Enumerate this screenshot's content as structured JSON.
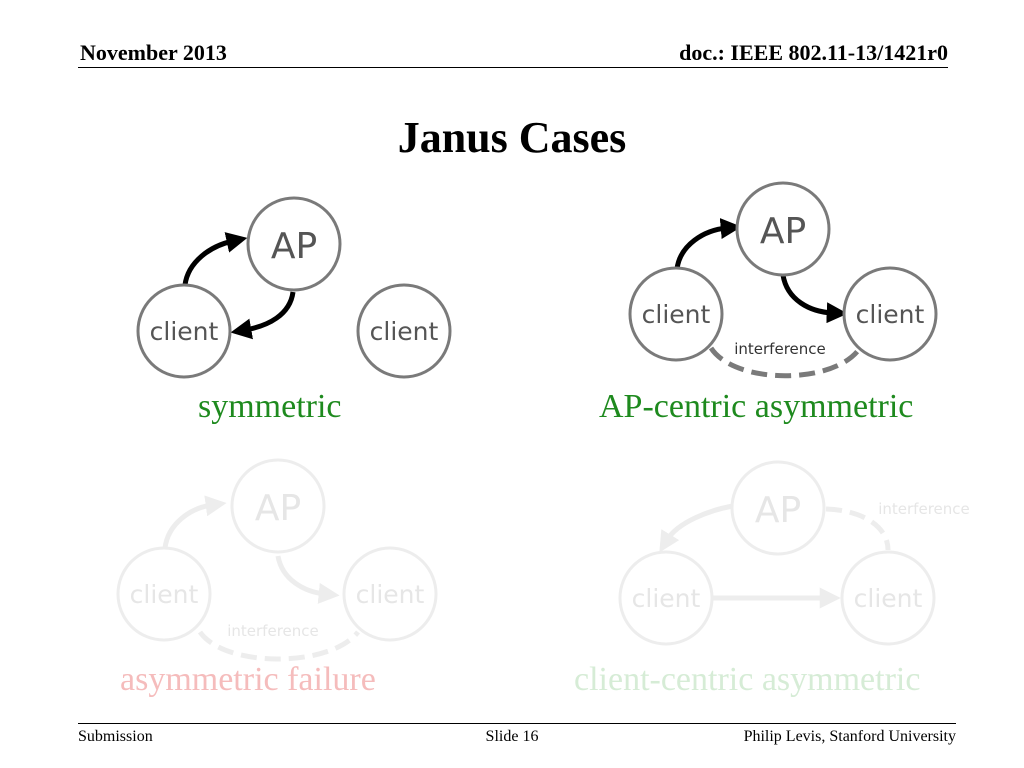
{
  "header": {
    "date": "November 2013",
    "doc_id": "doc.: IEEE 802.11-13/1421r0"
  },
  "title": "Janus Cases",
  "node_labels": {
    "ap": "AP",
    "client": "client",
    "interference": "interference"
  },
  "cases": [
    {
      "caption": "symmetric",
      "caption_color": "#1e8a1e"
    },
    {
      "caption": "AP-centric asymmetric",
      "caption_color": "#1e8a1e"
    },
    {
      "caption": "asymmetric failure",
      "caption_color": "#f5bcbc"
    },
    {
      "caption": "client-centric asymmetric",
      "caption_color": "#d6ecd6"
    }
  ],
  "colors": {
    "node_stroke": "#7a7a7a",
    "node_text": "#555555",
    "arrow": "#000000",
    "faded_stroke": "#ededed",
    "faded_text": "#e6e6e6"
  },
  "footer": {
    "left": "Submission",
    "center": "Slide 16",
    "right": "Philip Levis, Stanford University"
  }
}
